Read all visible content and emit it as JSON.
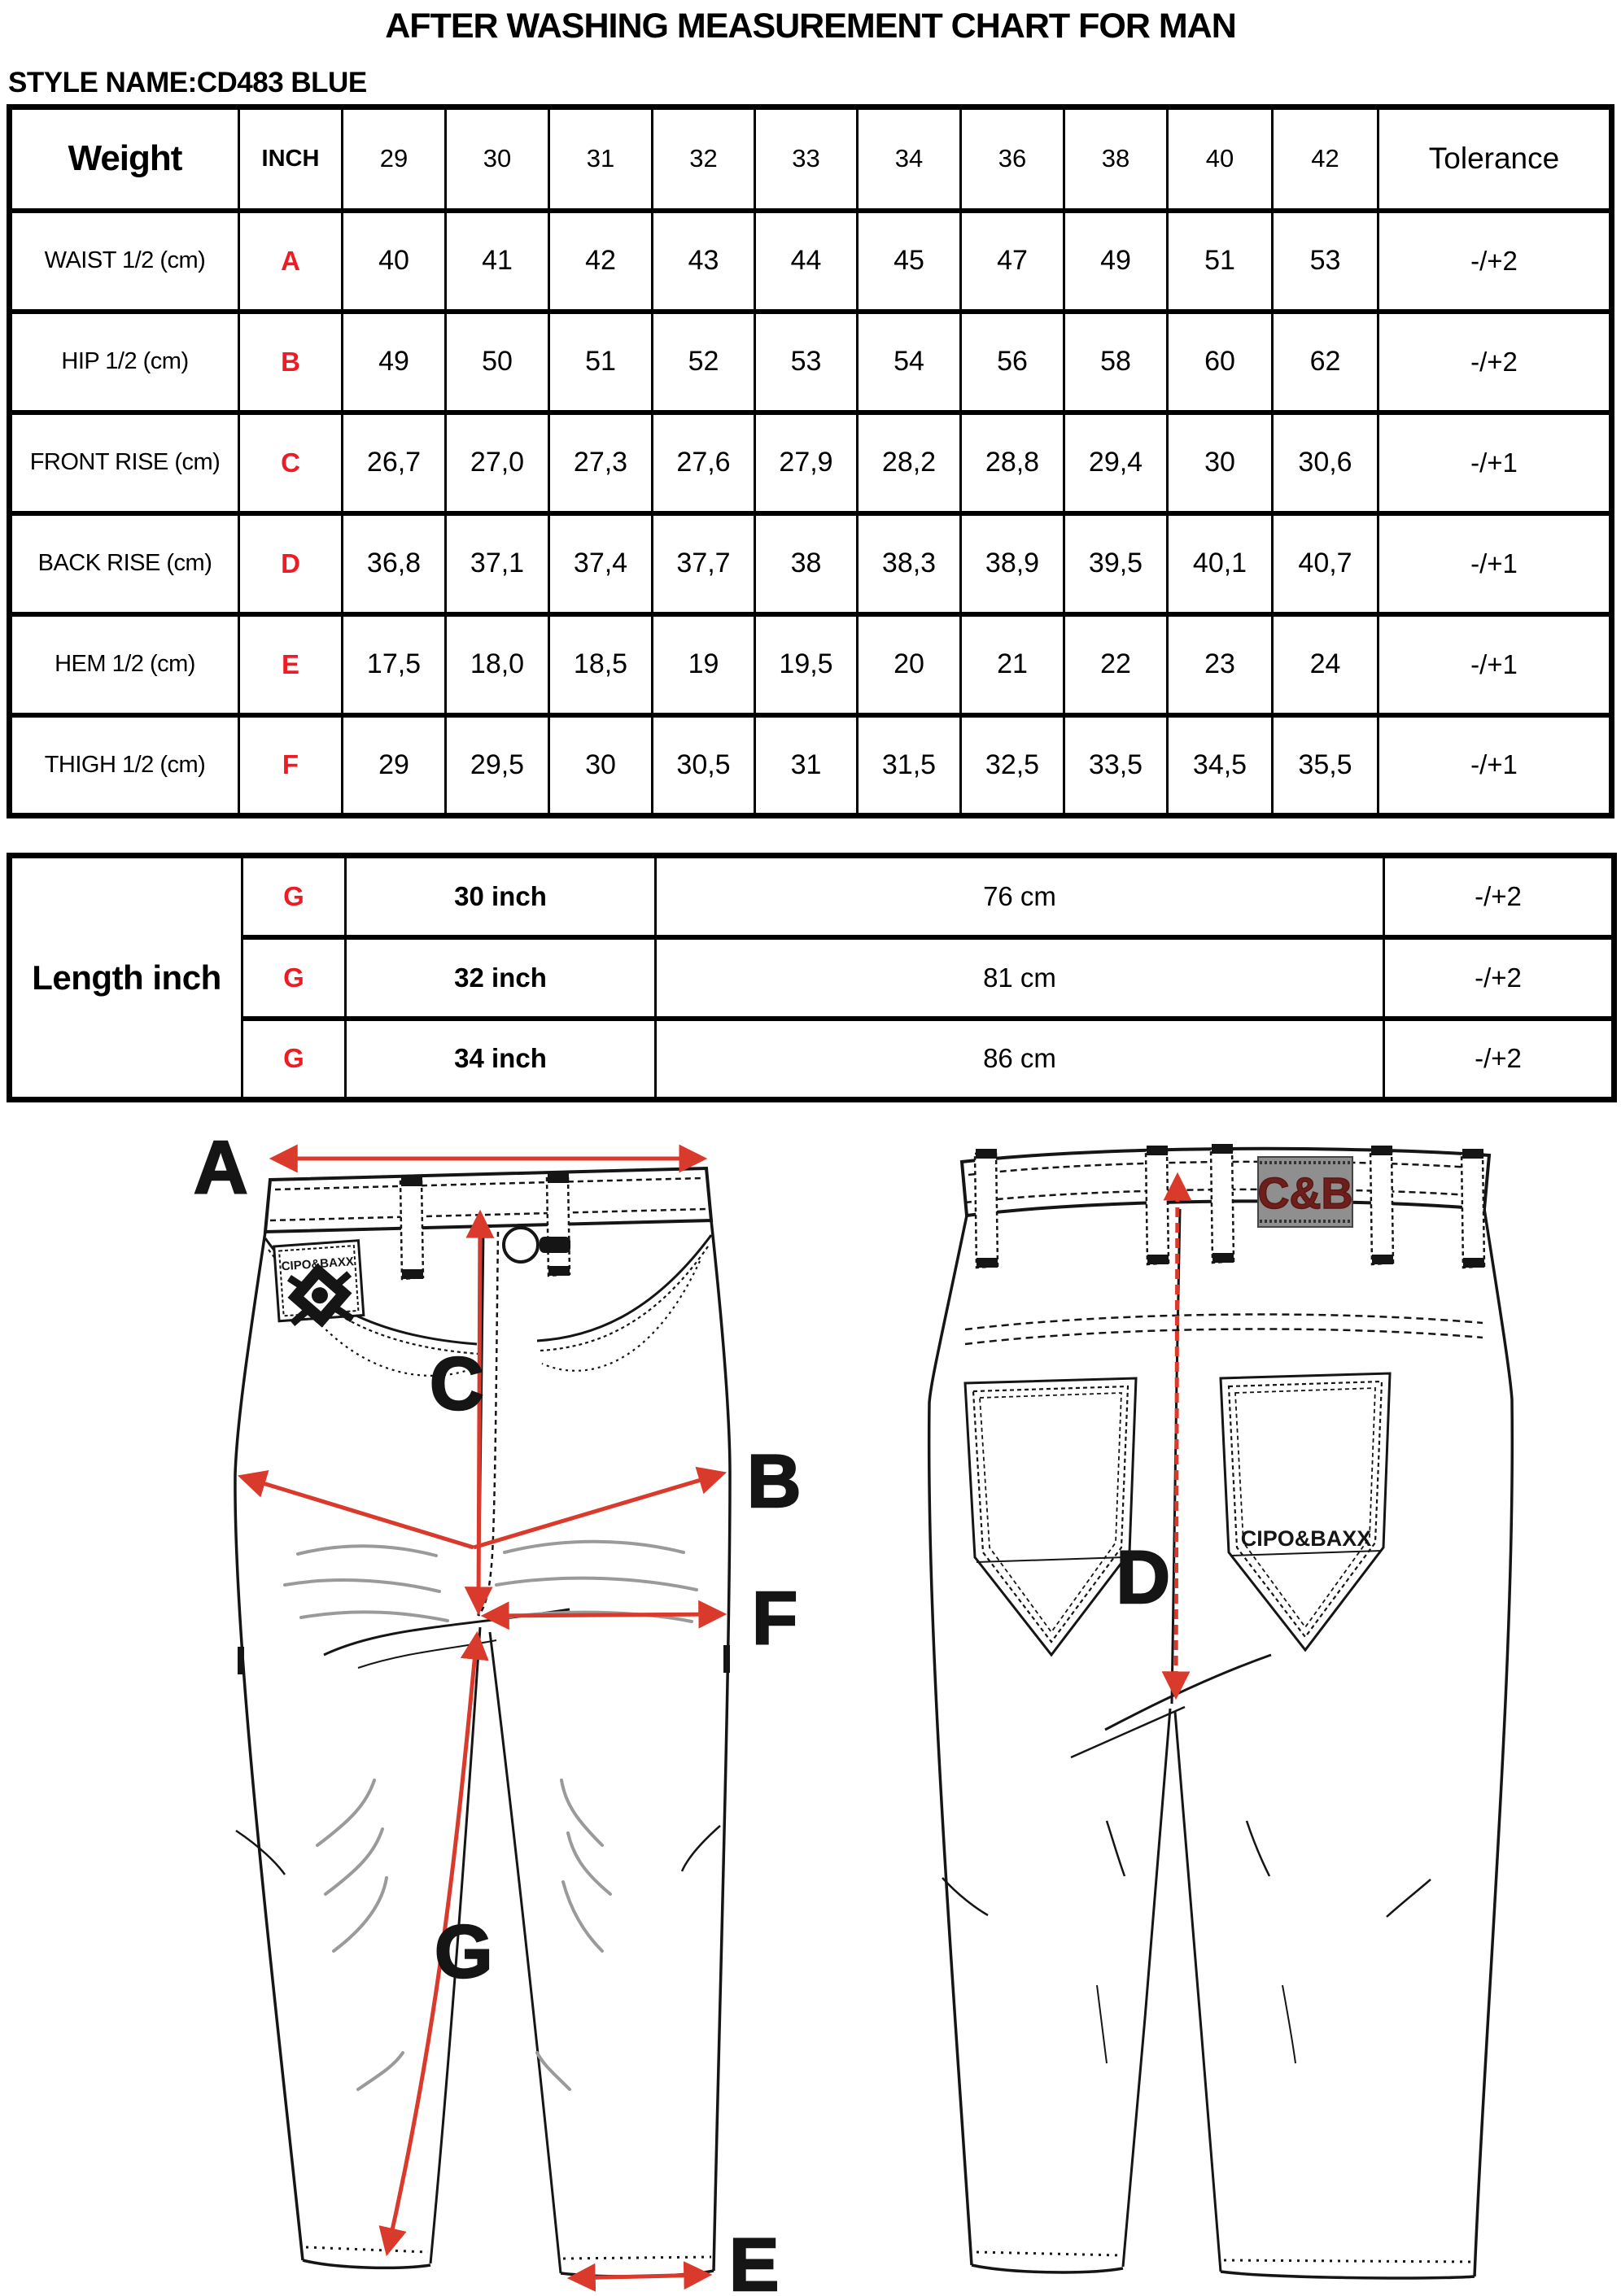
{
  "page": {
    "title": "AFTER WASHING MEASUREMENT CHART FOR MAN",
    "style_name": "STYLE NAME:CD483 BLUE"
  },
  "colors": {
    "table_letter_red": "#ed1c24",
    "arrow_red": "#d93a2b",
    "line_black": "#151515",
    "crease_gray": "#9a9a9a",
    "back_label_bg": "#8f8f8f",
    "back_label_text": "#6d1f1c"
  },
  "size_table": {
    "header": {
      "weight": "Weight",
      "inch": "INCH",
      "sizes": [
        "29",
        "30",
        "31",
        "32",
        "33",
        "34",
        "36",
        "38",
        "40",
        "42"
      ],
      "tolerance": "Tolerance"
    },
    "rows": [
      {
        "label": "WAIST 1/2 (cm)",
        "letter": "A",
        "values": [
          "40",
          "41",
          "42",
          "43",
          "44",
          "45",
          "47",
          "49",
          "51",
          "53"
        ],
        "tolerance": "-/+2"
      },
      {
        "label": "HIP 1/2 (cm)",
        "letter": "B",
        "values": [
          "49",
          "50",
          "51",
          "52",
          "53",
          "54",
          "56",
          "58",
          "60",
          "62"
        ],
        "tolerance": "-/+2"
      },
      {
        "label": "FRONT RISE (cm)",
        "letter": "C",
        "values": [
          "26,7",
          "27,0",
          "27,3",
          "27,6",
          "27,9",
          "28,2",
          "28,8",
          "29,4",
          "30",
          "30,6"
        ],
        "tolerance": "-/+1"
      },
      {
        "label": "BACK RISE (cm)",
        "letter": "D",
        "values": [
          "36,8",
          "37,1",
          "37,4",
          "37,7",
          "38",
          "38,3",
          "38,9",
          "39,5",
          "40,1",
          "40,7"
        ],
        "tolerance": "-/+1"
      },
      {
        "label": "HEM 1/2  (cm)",
        "letter": "E",
        "values": [
          "17,5",
          "18,0",
          "18,5",
          "19",
          "19,5",
          "20",
          "21",
          "22",
          "23",
          "24"
        ],
        "tolerance": "-/+1"
      },
      {
        "label": "THIGH 1/2 (cm)",
        "letter": "F",
        "values": [
          "29",
          "29,5",
          "30",
          "30,5",
          "31",
          "31,5",
          "32,5",
          "33,5",
          "34,5",
          "35,5"
        ],
        "tolerance": "-/+1"
      }
    ]
  },
  "length_table": {
    "label": "Length inch",
    "rows": [
      {
        "letter": "G",
        "inch": "30 inch",
        "cm": "76 cm",
        "tolerance": "-/+2"
      },
      {
        "letter": "G",
        "inch": "32 inch",
        "cm": "81 cm",
        "tolerance": "-/+2"
      },
      {
        "letter": "G",
        "inch": "34 inch",
        "cm": "86 cm",
        "tolerance": "-/+2"
      }
    ]
  },
  "diagram": {
    "front": {
      "a": "A",
      "b": "B",
      "c": "C",
      "e": "E",
      "f": "F",
      "g": "G",
      "patch_text": "CIPO&BAXX"
    },
    "back": {
      "d": "D",
      "waist_label_text": "C&B",
      "pocket_text": "CIPO&BAXX"
    }
  }
}
